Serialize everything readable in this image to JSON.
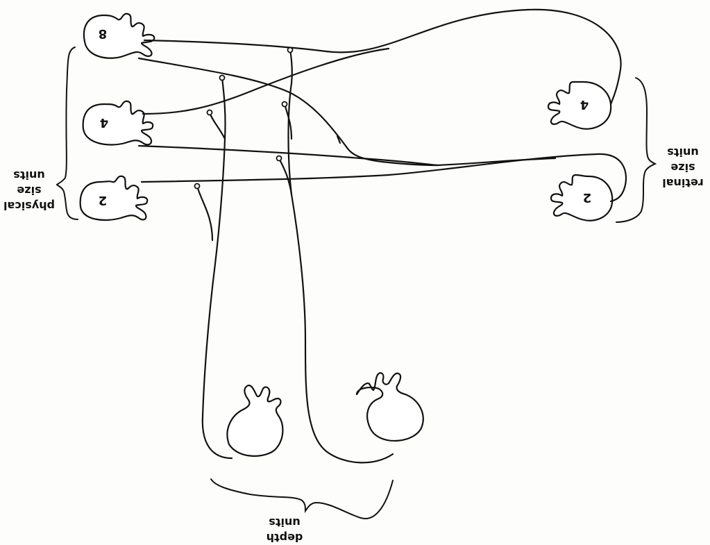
{
  "groups": {
    "physical": {
      "line1": "physical",
      "line2": "size",
      "line3": "units"
    },
    "retinal": {
      "line1": "retinal",
      "line2": "size",
      "line3": "units"
    },
    "depth": {
      "line1": "depth",
      "line2": "units"
    }
  },
  "cells": {
    "physical_8": "8",
    "physical_4": "4",
    "physical_2": "2",
    "retinal_4": "4",
    "retinal_2": "2"
  }
}
